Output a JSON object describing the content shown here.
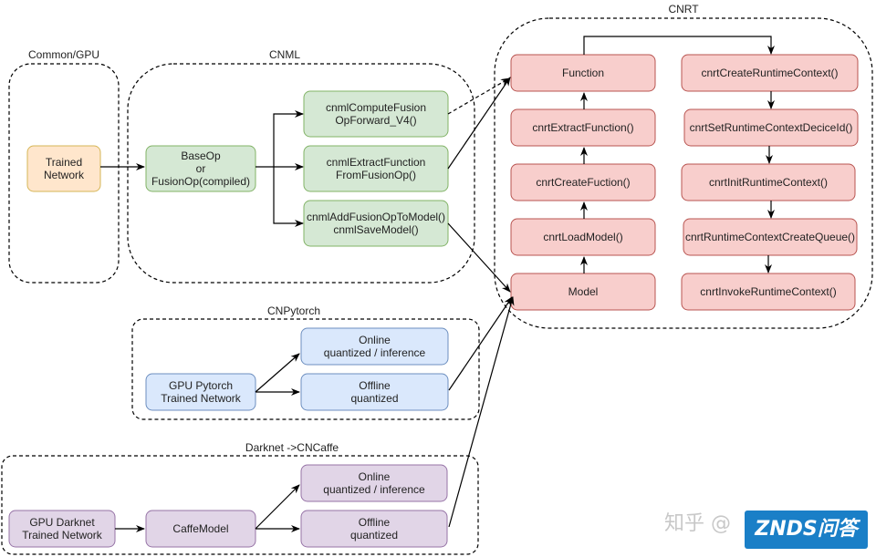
{
  "colors": {
    "orange_fill": "#ffe6cc",
    "orange_stroke": "#d6b656",
    "green_fill": "#d5e8d4",
    "green_stroke": "#82b366",
    "red_fill": "#f8cecc",
    "red_stroke": "#b85450",
    "blue_fill": "#dae8fc",
    "blue_stroke": "#6c8ebf",
    "purple_fill": "#e1d5e7",
    "purple_stroke": "#9673a6",
    "badge_bg": "#1a7fc7"
  },
  "groups": {
    "common_gpu": "Common/GPU",
    "cnml": "CNML",
    "cnrt": "CNRT",
    "cnpytorch": "CNPytorch",
    "darknet": "Darknet ->CNCaffe"
  },
  "nodes": {
    "trained_network": [
      "Trained",
      "Network"
    ],
    "baseop": [
      "BaseOp",
      "or",
      "FusionOp(compiled)"
    ],
    "cnml_compute": [
      "cnmlComputeFusion",
      "OpForward_V4()"
    ],
    "cnml_extract": [
      "cnmlExtractFunction",
      "FromFusionOp()"
    ],
    "cnml_add": [
      "cnmlAddFusionOpToModel()",
      "cnmlSaveModel()"
    ],
    "function": [
      "Function"
    ],
    "extract_function": [
      "cnrtExtractFunction()"
    ],
    "create_function": [
      "cnrtCreateFuction()"
    ],
    "load_model": [
      "cnrtLoadModel()"
    ],
    "model": [
      "Model"
    ],
    "create_ctx": [
      "cnrtCreateRuntimeContext()"
    ],
    "set_ctx_device": [
      "cnrtSetRuntimeContextDeciceId()"
    ],
    "init_ctx": [
      "cnrtInitRuntimeContext()"
    ],
    "ctx_create_queue": [
      "cnrtRuntimeContextCreateQueue()"
    ],
    "invoke_ctx": [
      "cnrtInvokeRuntimeContext()"
    ],
    "pytorch_trained": [
      "GPU Pytorch",
      "Trained Network"
    ],
    "pytorch_online": [
      "Online",
      "quantized / inference"
    ],
    "pytorch_offline": [
      "Offline",
      "quantized"
    ],
    "darknet_trained": [
      "GPU Darknet",
      "Trained Network"
    ],
    "caffemodel": [
      "CaffeModel"
    ],
    "darknet_online": [
      "Online",
      "quantized / inference"
    ],
    "darknet_offline": [
      "Offline",
      "quantized"
    ]
  },
  "watermark": {
    "text": "知乎 @",
    "badge": "ZNDS问答"
  }
}
